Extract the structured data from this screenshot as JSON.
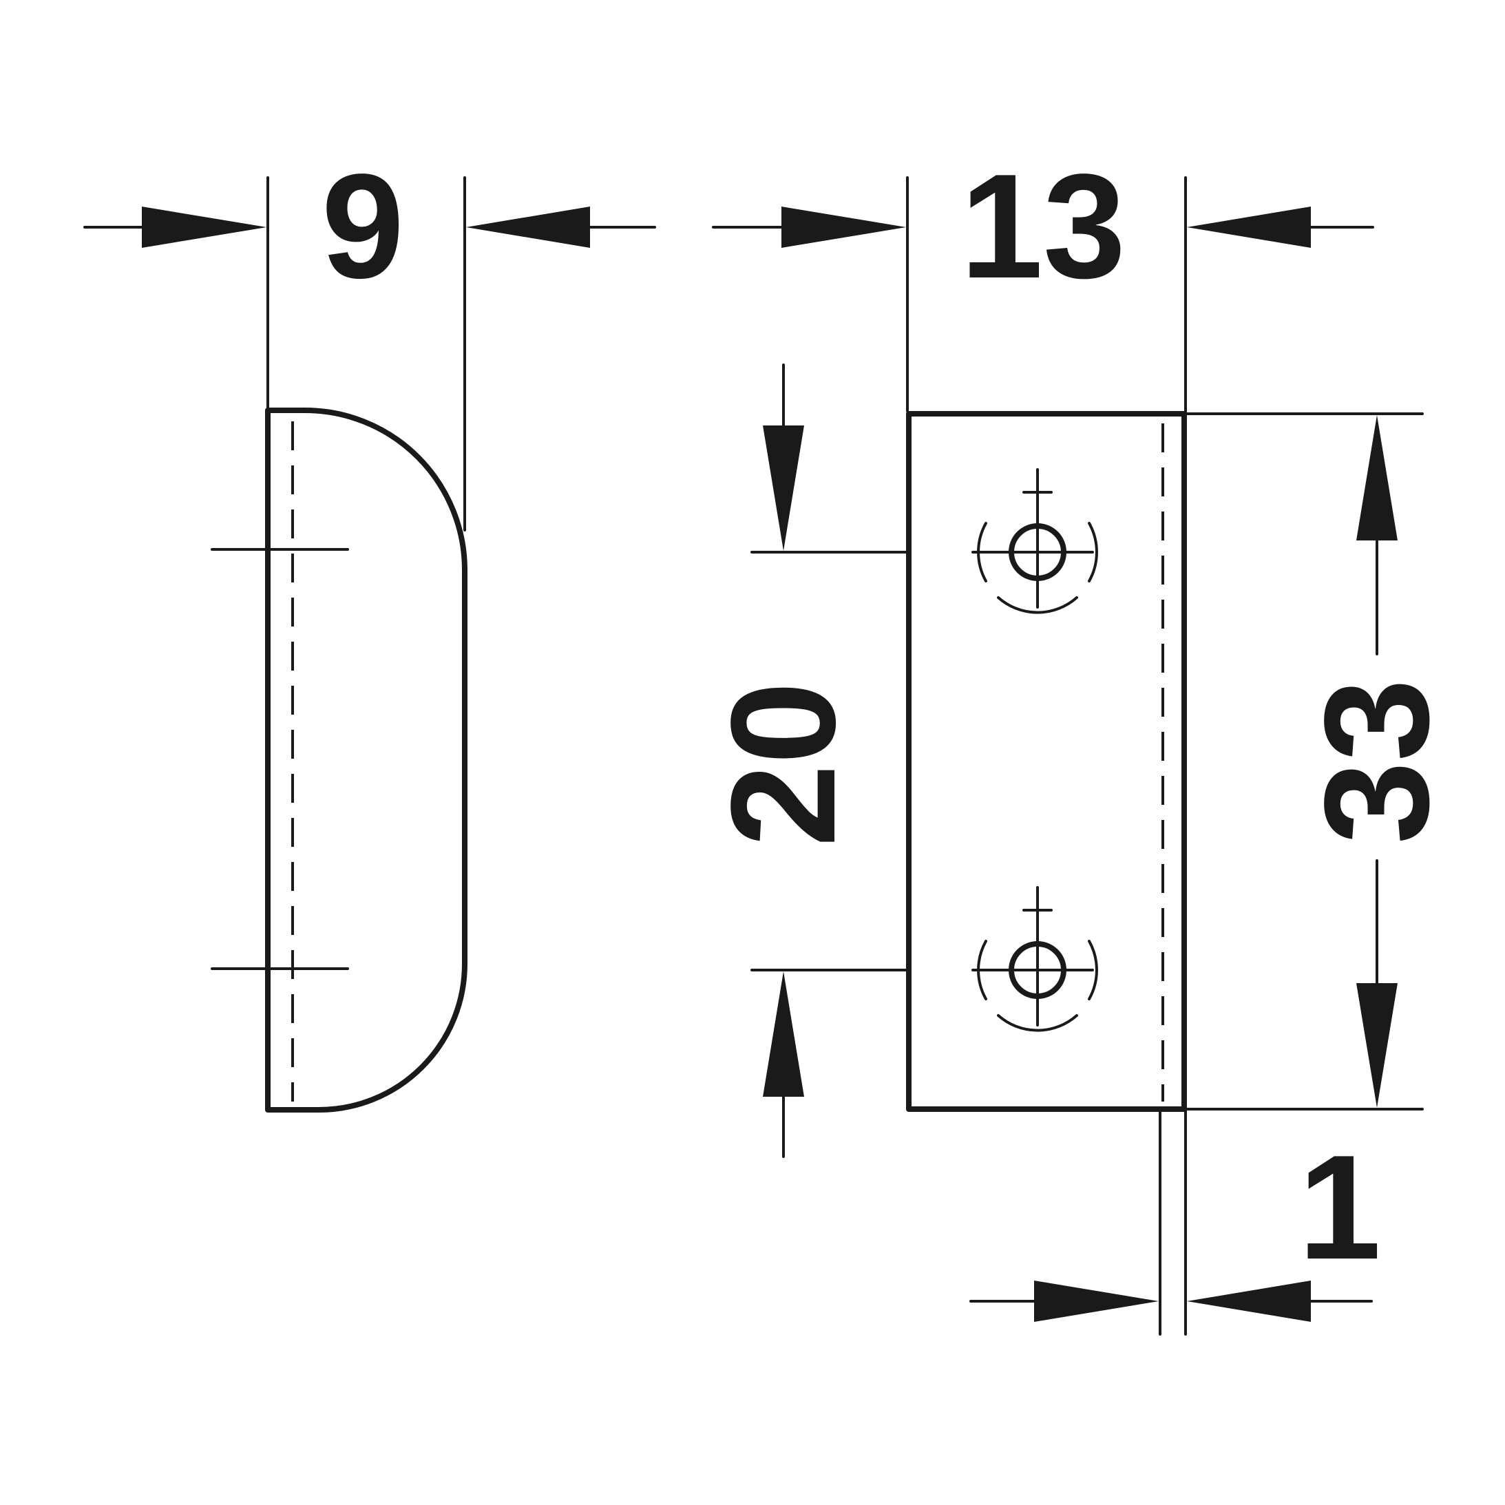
{
  "dimensions": {
    "width_side_view": "9",
    "width_front_view": "13",
    "hole_spacing": "20",
    "height": "33",
    "offset": "1"
  },
  "colors": {
    "ink": "#1a1a1a",
    "background": "#ffffff"
  }
}
